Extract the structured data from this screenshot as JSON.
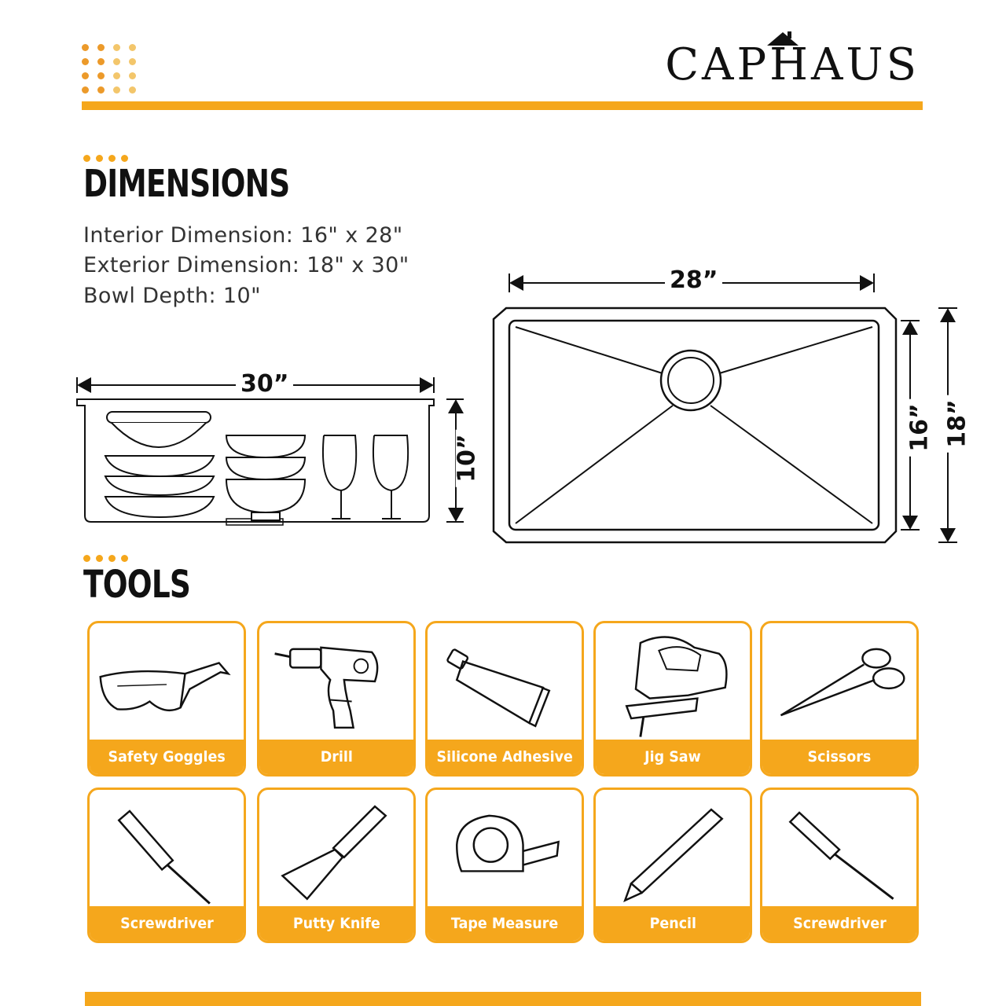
{
  "brand": {
    "name": "CAPHAUS"
  },
  "colors": {
    "accent": "#f5a71c",
    "dot_orange": "#ec9a2a",
    "dot_gold": "#f3c66b",
    "ink": "#111111"
  },
  "sections": {
    "dimensions": {
      "title": "DIMENSIONS",
      "specs": [
        "Interior Dimension: 16\" x 28\"",
        "Exterior Dimension: 18\" x 30\"",
        "Bowl Depth: 10\""
      ],
      "labels": {
        "width_exterior": "30”",
        "depth": "10”",
        "width_interior": "28”",
        "length_interior": "16”",
        "length_exterior": "18”"
      }
    },
    "tools": {
      "title": "TOOLS",
      "items": [
        {
          "label": "Safety Goggles",
          "icon": "safety-goggles-icon"
        },
        {
          "label": "Drill",
          "icon": "drill-icon"
        },
        {
          "label": "Silicone Adhesive",
          "icon": "silicone-tube-icon"
        },
        {
          "label": "Jig Saw",
          "icon": "jig-saw-icon"
        },
        {
          "label": "Scissors",
          "icon": "scissors-icon"
        },
        {
          "label": "Screwdriver",
          "icon": "screwdriver-icon"
        },
        {
          "label": "Putty Knife",
          "icon": "putty-knife-icon"
        },
        {
          "label": "Tape Measure",
          "icon": "tape-measure-icon"
        },
        {
          "label": "Pencil",
          "icon": "pencil-icon"
        },
        {
          "label": "Screwdriver",
          "icon": "screwdriver-icon"
        }
      ]
    }
  }
}
